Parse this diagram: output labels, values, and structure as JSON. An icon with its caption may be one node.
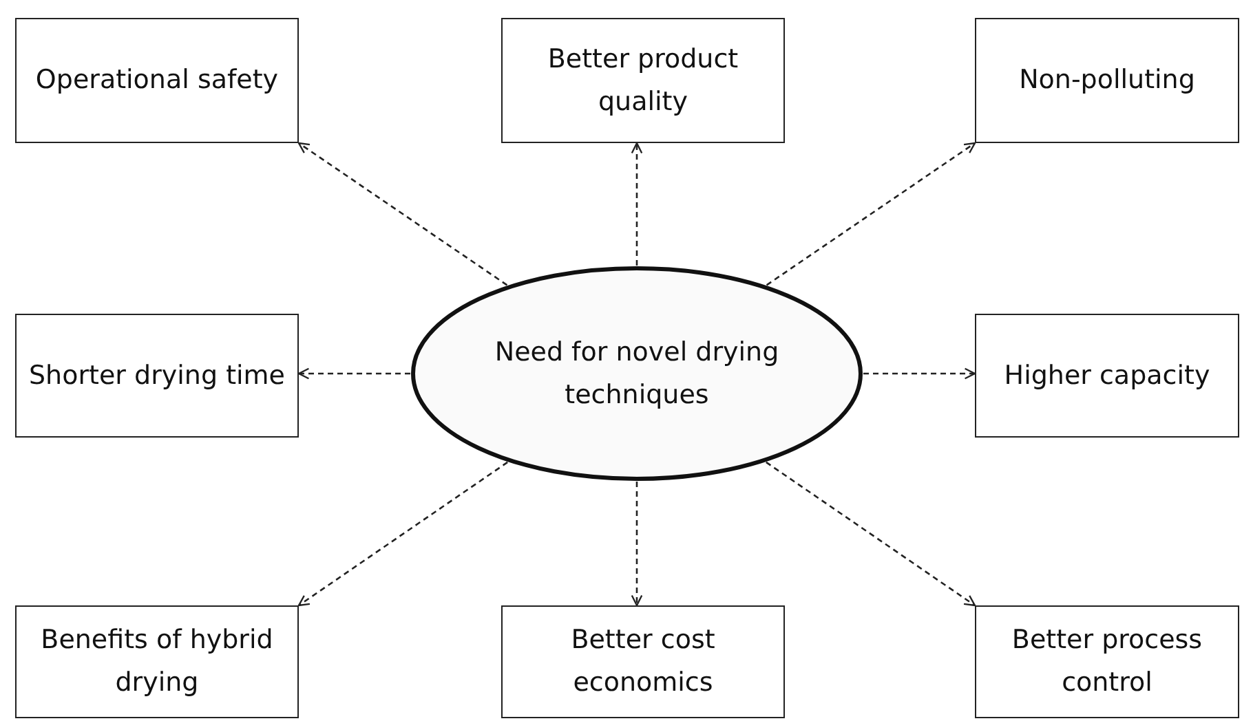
{
  "diagram": {
    "nodes": [
      {
        "text": [
          "Need for novel drying techniques"
        ]
      },
      {
        "text": [
          "Operational safety"
        ]
      },
      {
        "text": [
          "Better product quality"
        ]
      },
      {
        "text": [
          "Non-polluting"
        ]
      },
      {
        "text": [
          "Shorter drying time"
        ]
      },
      {
        "text": [
          "Higher capacity"
        ]
      },
      {
        "text": [
          "Benefits of hybrid drying"
        ]
      },
      {
        "text": [
          "Better cost economics"
        ]
      },
      {
        "text": [
          "Better process control"
        ]
      }
    ],
    "edges": [
      {
        "from": 0,
        "to": 1,
        "arrow": "to",
        "style": "dashed"
      },
      {
        "from": 0,
        "to": 2,
        "arrow": "to",
        "style": "dashed"
      },
      {
        "from": 0,
        "to": 3,
        "arrow": "to",
        "style": "dashed"
      },
      {
        "from": 0,
        "to": 4,
        "arrow": "to",
        "style": "dashed"
      },
      {
        "from": 0,
        "to": 5,
        "arrow": "to",
        "style": "dashed"
      },
      {
        "from": 0,
        "to": 6,
        "arrow": "to",
        "style": "dashed"
      },
      {
        "from": 0,
        "to": 7,
        "arrow": "to",
        "style": "dashed"
      },
      {
        "from": 0,
        "to": 8,
        "arrow": "to",
        "style": "dashed"
      }
    ]
  }
}
